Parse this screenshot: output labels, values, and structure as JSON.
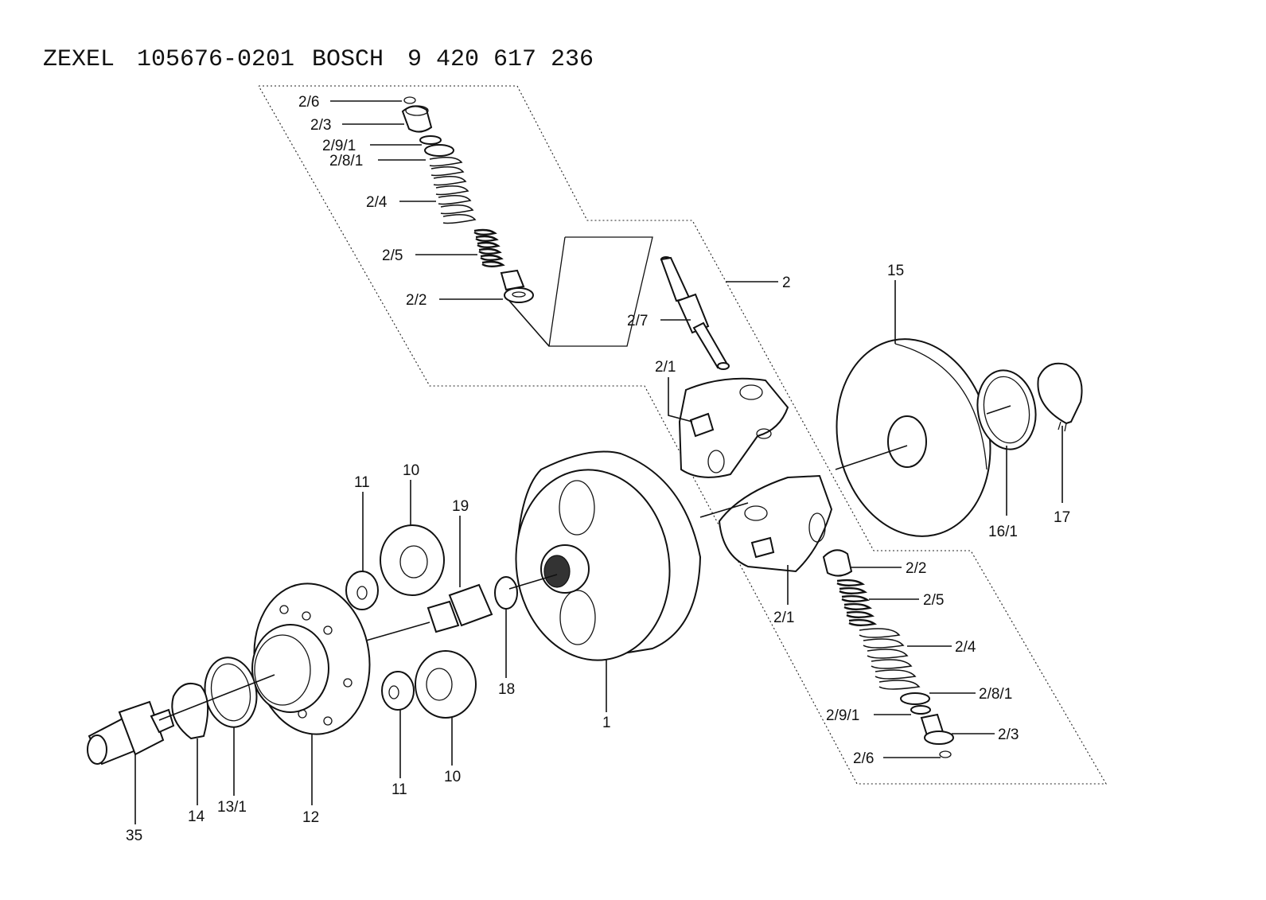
{
  "header": {
    "brand1": "ZEXEL",
    "part1": "105676-0201",
    "brand2": "BOSCH",
    "part2": "9 420 617 236"
  },
  "labels": {
    "top_2_6": "2/6",
    "top_2_3": "2/3",
    "top_2_9_1": "2/9/1",
    "top_2_8_1": "2/8/1",
    "top_2_4": "2/4",
    "top_2_5": "2/5",
    "top_2_2": "2/2",
    "assy_2": "2",
    "pin_2_7": "2/7",
    "top_2_1": "2/1",
    "p15": "15",
    "p16_1": "16/1",
    "p17": "17",
    "p11_top": "11",
    "p10_top": "10",
    "p19": "19",
    "p18": "18",
    "p1": "1",
    "p11_bot": "11",
    "p10_bot": "10",
    "p12": "12",
    "p13_1": "13/1",
    "p14": "14",
    "p35": "35",
    "bot_2_1": "2/1",
    "bot_2_2": "2/2",
    "bot_2_5": "2/5",
    "bot_2_4": "2/4",
    "bot_2_8_1": "2/8/1",
    "bot_2_9_1": "2/9/1",
    "bot_2_3": "2/3",
    "bot_2_6": "2/6"
  }
}
